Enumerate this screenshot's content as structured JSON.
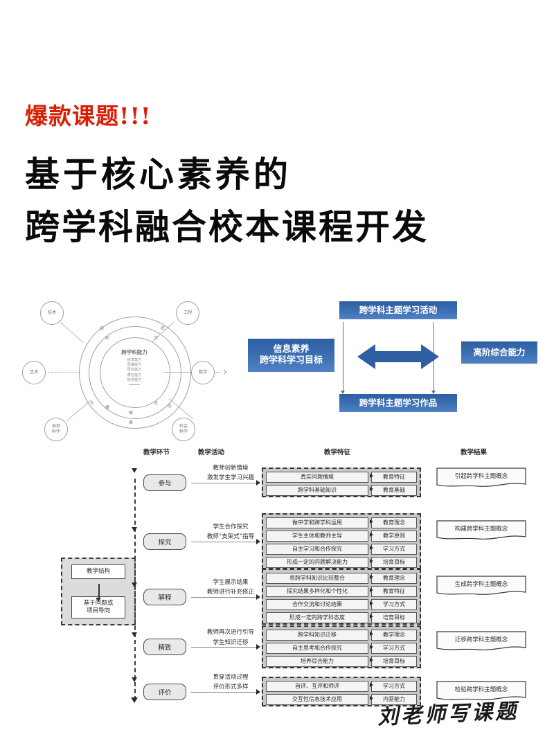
{
  "title": {
    "kicker": "爆款课题!!!",
    "line1": "基于核心素养的",
    "line2": "跨学科融合校本课程开发"
  },
  "circle_diagram": {
    "core_title": "跨学科能力",
    "core_items": [
      "信息能力",
      "思维能力",
      "研究能力",
      "表达能力",
      "协作能力"
    ],
    "ring_labels": [
      "组",
      "织",
      "知",
      "识",
      "大",
      "概",
      "念",
      "念",
      "概",
      "概"
    ],
    "nodes": [
      {
        "id": "technology",
        "label": "技术"
      },
      {
        "id": "engineering",
        "label": "工程"
      },
      {
        "id": "art",
        "label": "艺术"
      },
      {
        "id": "math",
        "label": "数学"
      },
      {
        "id": "natural-science",
        "label": "自然\n科学"
      },
      {
        "id": "social-science",
        "label": "社会\n科学"
      }
    ],
    "chevron": "›"
  },
  "blue_diagram": {
    "top": "跨学科主题学习活动",
    "bottom": "跨学科主题学习作品",
    "left_line1": "信息素养",
    "left_line2": "跨学科学习目标",
    "right": "高阶综合能力",
    "accent_color": "#2E5FA3"
  },
  "flow": {
    "headers": {
      "phase": "教学环节",
      "activity": "教学活动",
      "feature": "教学特征",
      "result": "教学结果"
    },
    "structure": {
      "box1": "教学结构",
      "box2_line1": "基于问题或",
      "box2_line2": "项目导向"
    },
    "rows": [
      {
        "phase": "参与",
        "activity_line1": "教师创新情境",
        "activity_line2": "激发学生学习兴趣",
        "features": [
          "真实问题情境",
          "跨学科基础知识"
        ],
        "labels": [
          "教育特征",
          "教育基础"
        ],
        "result": "引起跨学科主题概念"
      },
      {
        "phase": "探究",
        "activity_line1": "学生合作探究",
        "activity_line2": "教师“支架式”指导",
        "features": [
          "做中学和跨学科运用",
          "学生主体和教师主导",
          "自主学习和合作探究",
          "形成一定的问题解决能力"
        ],
        "labels": [
          "教育理念",
          "教学原则",
          "学习方式",
          "培育目标"
        ],
        "result": "构建跨学科主题概念"
      },
      {
        "phase": "解释",
        "activity_line1": "学生展示结果",
        "activity_line2": "教师进行补充修正",
        "features": [
          "将跨学科知识比较整合",
          "探究结果多样化和个性化",
          "合作交流和讨论结果",
          "形成一定的跨学科态度"
        ],
        "labels": [
          "教育理念",
          "教育特征",
          "学习方式",
          "培育目标"
        ],
        "result": "生成跨学科主题概念"
      },
      {
        "phase": "精致",
        "activity_line1": "教师再次进行引导",
        "activity_line2": "学生知识迁移",
        "features": [
          "跨学科知识迁移",
          "自主思考和合作探究",
          "培养综合能力"
        ],
        "labels": [
          "教学理念",
          "学习方式",
          "培育目标"
        ],
        "result": "迁移跨学科主题概念"
      },
      {
        "phase": "评价",
        "activity_line1": "贯穿活动过程",
        "activity_line2": "评价形式多样",
        "features": [
          "自评、互评和师评",
          "交互性信息技术应用"
        ],
        "labels": [
          "学习方式",
          "内驱能力"
        ],
        "result": "检验跨学科主题概念"
      }
    ]
  },
  "watermark": "刘老师写课题"
}
